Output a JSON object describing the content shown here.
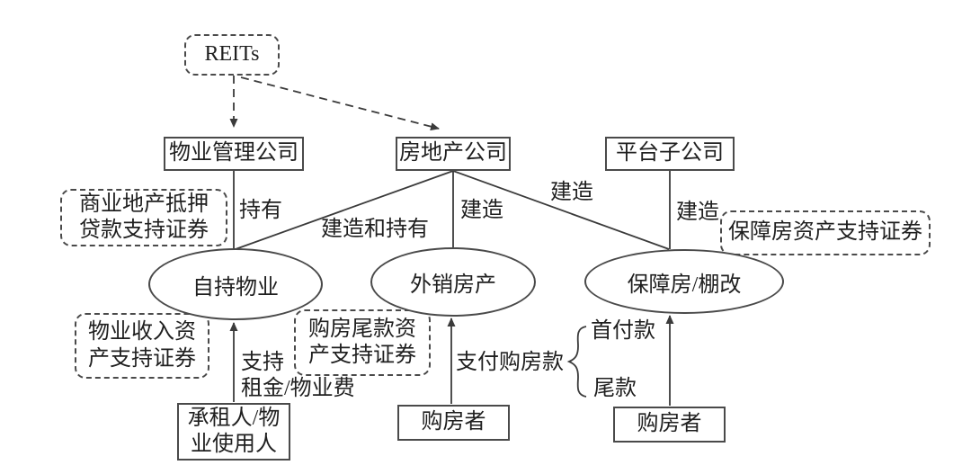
{
  "diagram": {
    "nodes": {
      "reits": "REITs",
      "property_mgmt": "物业管理公司",
      "real_estate": "房地产公司",
      "platform_sub": "平台子公司",
      "self_held": "自持物业",
      "export_property": "外销房产",
      "affordable_housing": "保障房/棚改",
      "tenant_line1": "承租人/物",
      "tenant_line2": "业使用人",
      "buyer_mid": "购房者",
      "buyer_right": "购房者"
    },
    "securities": {
      "cmbs_line1": "商业地产抵押",
      "cmbs_line2": "贷款支持证券",
      "affordable_abs": "保障房资产支持证券",
      "property_income_line1": "物业收入资",
      "property_income_line2": "产支持证券",
      "tail_abs_line1": "购房尾款资",
      "tail_abs_line2": "产支持证券"
    },
    "edge_labels": {
      "hold": "持有",
      "build_and_hold": "建造和持有",
      "build_center": "建造",
      "build_right_diagonal": "建造",
      "build_platform": "建造",
      "support_line1": "支持",
      "support_line2": "租金/物业费",
      "pay_house_payment": "支付购房款",
      "down_payment": "首付款",
      "final_payment": "尾款"
    },
    "colors": {
      "line": "#3b3b3b",
      "text": "#1f1f1f",
      "background": "#ffffff"
    }
  }
}
